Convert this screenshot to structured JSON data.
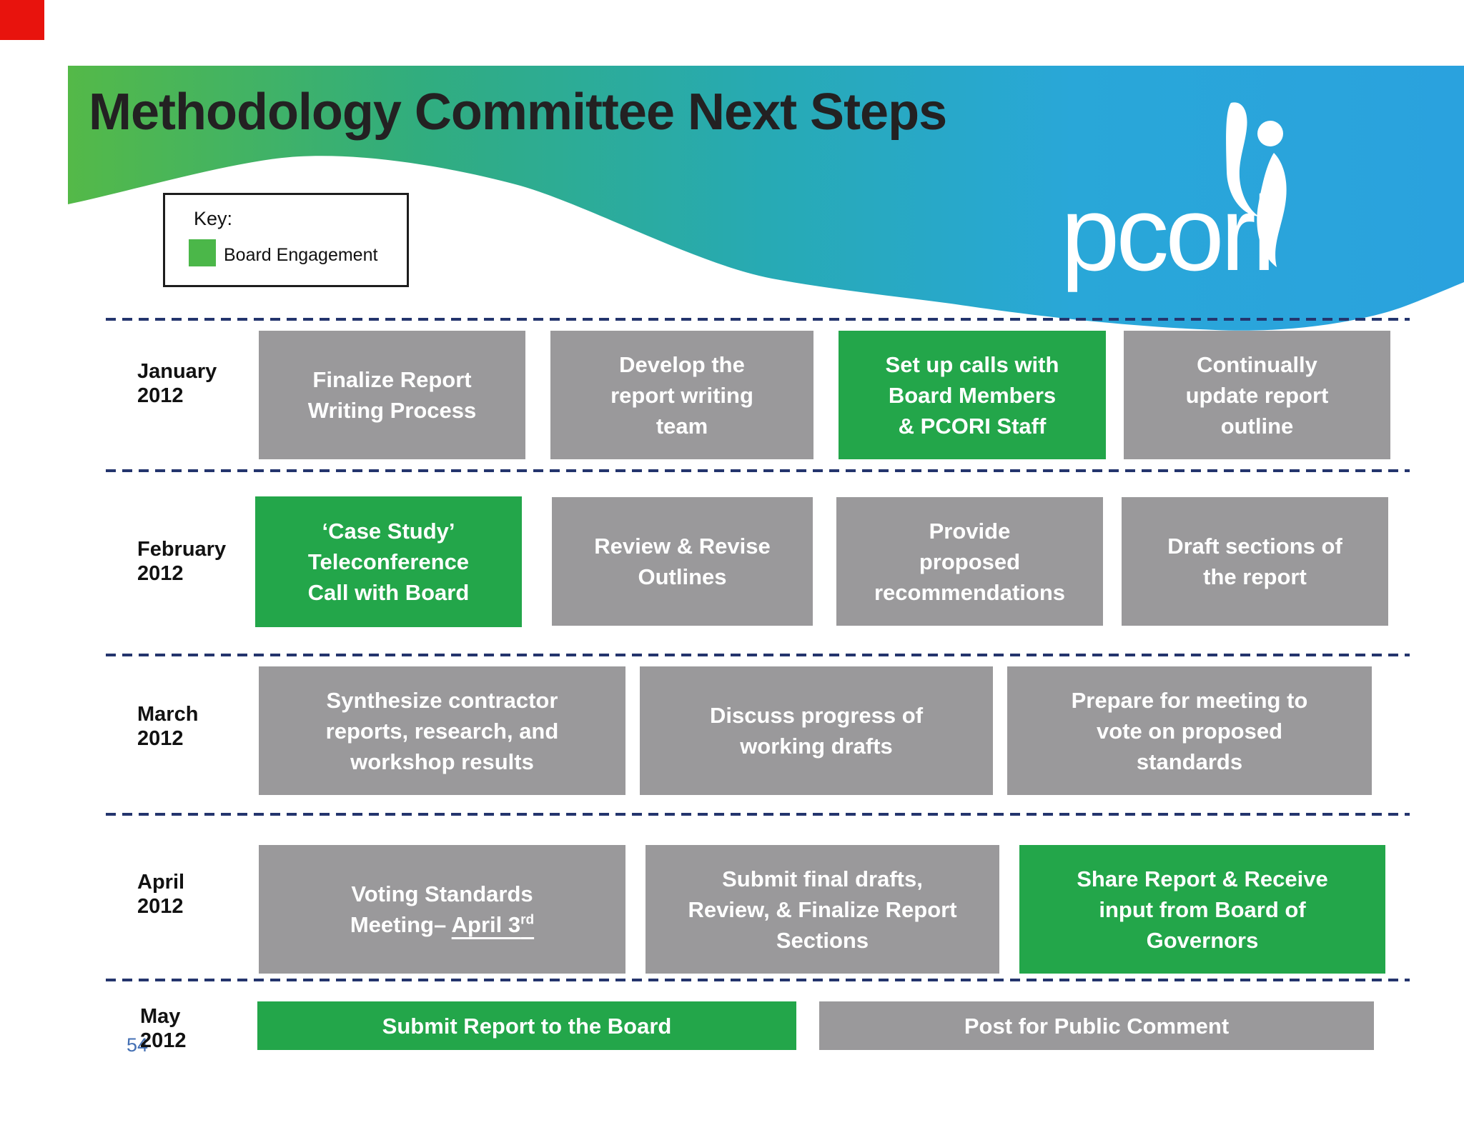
{
  "page": {
    "title": "Methodology Committee Next Steps",
    "page_number": "54",
    "corner_marker_color": "#e8130d"
  },
  "logo": {
    "text": "pcori",
    "figure": "person-swoosh-icon"
  },
  "legend": {
    "title": "Key:",
    "items": [
      {
        "label": "Board Engagement",
        "swatch_color": "#4bb749"
      }
    ]
  },
  "colors": {
    "board_engagement_green": "#23a64a",
    "task_gray": "#9a999b",
    "divider_navy": "#24356d",
    "header_gradient": [
      "#54b948",
      "#27aab4",
      "#2aa2de"
    ]
  },
  "timeline": {
    "rows": [
      {
        "month": "January",
        "year": "2012",
        "tasks": [
          {
            "text": "Finalize Report\nWriting Process",
            "style": "standard"
          },
          {
            "text": "Develop the\nreport writing\nteam",
            "style": "standard"
          },
          {
            "text": "Set up calls with\nBoard Members\n& PCORI Staff",
            "style": "board"
          },
          {
            "text": "Continually\nupdate report\noutline",
            "style": "standard"
          }
        ]
      },
      {
        "month": "February",
        "year": "2012",
        "tasks": [
          {
            "text": "‘Case Study’\nTeleconference\nCall with Board",
            "style": "board"
          },
          {
            "text": "Review & Revise\nOutlines",
            "style": "standard"
          },
          {
            "text": "Provide\nproposed\nrecommendations",
            "style": "standard"
          },
          {
            "text": "Draft sections of\nthe report",
            "style": "standard"
          }
        ]
      },
      {
        "month": "March",
        "year": "2012",
        "tasks": [
          {
            "text": "Synthesize contractor\nreports, research, and\nworkshop results",
            "style": "standard"
          },
          {
            "text": "Discuss progress of\nworking drafts",
            "style": "standard"
          },
          {
            "text": "Prepare for meeting to\nvote on proposed\nstandards",
            "style": "standard"
          }
        ]
      },
      {
        "month": "April",
        "year": "2012",
        "tasks": [
          {
            "line1": "Voting Standards",
            "line2_prefix": "Meeting– ",
            "line2_date": "April 3",
            "line2_ordinal": "rd",
            "style": "standard"
          },
          {
            "text": "Submit final drafts,\nReview, & Finalize Report\nSections",
            "style": "standard"
          },
          {
            "text": "Share Report & Receive\ninput from Board of\nGovernors",
            "style": "board"
          }
        ]
      },
      {
        "month": "May",
        "year": "2012",
        "tasks": [
          {
            "text": "Submit Report to the Board",
            "style": "board"
          },
          {
            "text": "Post for Public Comment",
            "style": "standard"
          }
        ]
      }
    ]
  }
}
